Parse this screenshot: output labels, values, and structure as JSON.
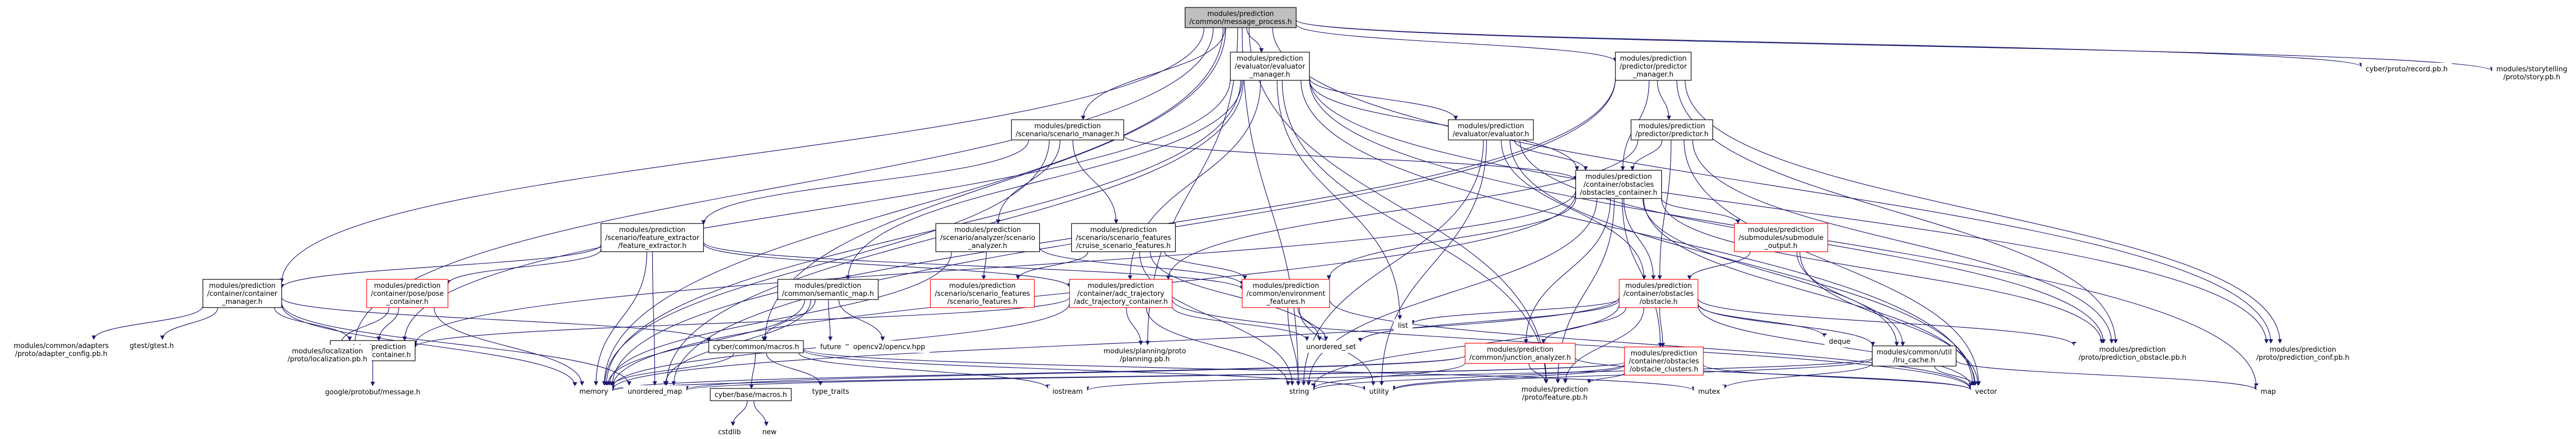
{
  "colors": {
    "edge": "#191970",
    "edge_dark": "#2a2a6e",
    "root_fill": "#bfbfbf",
    "root_stroke": "#000000",
    "file_stroke": "#000000",
    "missing_stroke": "#ff0000",
    "box_fill": "#ffffff"
  },
  "nodes": [
    {
      "id": "root",
      "lines": [
        "modules/prediction",
        "/common/message_process.h"
      ],
      "style": "root"
    },
    {
      "id": "evaluator_manager",
      "lines": [
        "modules/prediction",
        "/evaluator/evaluator",
        "_manager.h"
      ],
      "style": "file"
    },
    {
      "id": "predictor_manager",
      "lines": [
        "modules/prediction",
        "/predictor/predictor",
        "_manager.h"
      ],
      "style": "file"
    },
    {
      "id": "scenario_manager",
      "lines": [
        "modules/prediction",
        "/scenario/scenario_manager.h"
      ],
      "style": "file"
    },
    {
      "id": "evaluator",
      "lines": [
        "modules/prediction",
        "/evaluator/evaluator.h"
      ],
      "style": "file"
    },
    {
      "id": "predictor",
      "lines": [
        "modules/prediction",
        "/predictor/predictor.h"
      ],
      "style": "file"
    },
    {
      "id": "record_pb",
      "lines": [
        "cyber/proto/record.pb.h"
      ],
      "style": "plain"
    },
    {
      "id": "story_pb",
      "lines": [
        "modules/storytelling",
        "/proto/story.pb.h"
      ],
      "style": "plain"
    },
    {
      "id": "obstacles_container",
      "lines": [
        "modules/prediction",
        "/container/obstacles",
        "/obstacles_container.h"
      ],
      "style": "file"
    },
    {
      "id": "feature_extractor",
      "lines": [
        "modules/prediction",
        "/scenario/feature_extractor",
        "/feature_extractor.h"
      ],
      "style": "file"
    },
    {
      "id": "scenario_analyzer",
      "lines": [
        "modules/prediction",
        "/scenario/analyzer/scenario",
        "_analyzer.h"
      ],
      "style": "file"
    },
    {
      "id": "cruise_features",
      "lines": [
        "modules/prediction",
        "/scenario/scenario_features",
        "/cruise_scenario_features.h"
      ],
      "style": "file"
    },
    {
      "id": "submodule_output",
      "lines": [
        "modules/prediction",
        "/submodules/submodule",
        "_output.h"
      ],
      "style": "missing"
    },
    {
      "id": "container_manager",
      "lines": [
        "modules/prediction",
        "/container/container",
        "_manager.h"
      ],
      "style": "file"
    },
    {
      "id": "pose_container",
      "lines": [
        "modules/prediction",
        "/container/pose/pose",
        "_container.h"
      ],
      "style": "missing"
    },
    {
      "id": "semantic_map",
      "lines": [
        "modules/prediction",
        "/common/semantic_map.h"
      ],
      "style": "file"
    },
    {
      "id": "scenario_features",
      "lines": [
        "modules/prediction",
        "/scenario/scenario_features",
        "/scenario_features.h"
      ],
      "style": "missing"
    },
    {
      "id": "adc_trajectory",
      "lines": [
        "modules/prediction",
        "/container/adc_trajectory",
        "/adc_trajectory_container.h"
      ],
      "style": "missing"
    },
    {
      "id": "environment_features",
      "lines": [
        "modules/prediction",
        "/common/environment",
        "_features.h"
      ],
      "style": "missing"
    },
    {
      "id": "obstacle_h",
      "lines": [
        "modules/prediction",
        "/container/obstacles",
        "/obstacle.h"
      ],
      "style": "missing"
    },
    {
      "id": "adapter_config_pb",
      "lines": [
        "modules/common/adapters",
        "/proto/adapter_config.pb.h"
      ],
      "style": "plain"
    },
    {
      "id": "gtest",
      "lines": [
        "gtest/gtest.h"
      ],
      "style": "plain"
    },
    {
      "id": "container_h",
      "lines": [
        "modules/prediction",
        "/container/container.h"
      ],
      "style": "file"
    },
    {
      "id": "localization_pb",
      "lines": [
        "modules/localization",
        "/proto/localization.pb.h"
      ],
      "style": "plain"
    },
    {
      "id": "cyber_macros",
      "lines": [
        "cyber/common/macros.h"
      ],
      "style": "file"
    },
    {
      "id": "future",
      "lines": [
        "future"
      ],
      "style": "plain"
    },
    {
      "id": "opencv",
      "lines": [
        "opencv2/opencv.hpp"
      ],
      "style": "plain"
    },
    {
      "id": "planning_pb",
      "lines": [
        "modules/planning/proto",
        "/planning.pb.h"
      ],
      "style": "plain"
    },
    {
      "id": "unordered_set",
      "lines": [
        "unordered_set"
      ],
      "style": "plain"
    },
    {
      "id": "list",
      "lines": [
        "list"
      ],
      "style": "plain"
    },
    {
      "id": "deque",
      "lines": [
        "deque"
      ],
      "style": "plain"
    },
    {
      "id": "junction_analyzer",
      "lines": [
        "modules/prediction",
        "/common/junction_analyzer.h"
      ],
      "style": "missing"
    },
    {
      "id": "obstacle_clusters",
      "lines": [
        "modules/prediction",
        "/container/obstacles",
        "/obstacle_clusters.h"
      ],
      "style": "missing"
    },
    {
      "id": "lru_cache",
      "lines": [
        "modules/common/util",
        "/lru_cache.h"
      ],
      "style": "file"
    },
    {
      "id": "prediction_obstacle_pb",
      "lines": [
        "modules/prediction",
        "/proto/prediction_obstacle.pb.h"
      ],
      "style": "plain"
    },
    {
      "id": "prediction_conf_pb",
      "lines": [
        "modules/prediction",
        "/proto/prediction_conf.pb.h"
      ],
      "style": "plain"
    },
    {
      "id": "protobuf_message",
      "lines": [
        "google/protobuf/message.h"
      ],
      "style": "plain"
    },
    {
      "id": "memory",
      "lines": [
        "memory"
      ],
      "style": "plain"
    },
    {
      "id": "unordered_map",
      "lines": [
        "unordered_map"
      ],
      "style": "plain"
    },
    {
      "id": "base_macros",
      "lines": [
        "cyber/base/macros.h"
      ],
      "style": "file"
    },
    {
      "id": "type_traits",
      "lines": [
        "type_traits"
      ],
      "style": "plain"
    },
    {
      "id": "iostream",
      "lines": [
        "iostream"
      ],
      "style": "plain"
    },
    {
      "id": "string",
      "lines": [
        "string"
      ],
      "style": "plain"
    },
    {
      "id": "utility",
      "lines": [
        "utility"
      ],
      "style": "plain"
    },
    {
      "id": "feature_pb",
      "lines": [
        "modules/prediction",
        "/proto/feature.pb.h"
      ],
      "style": "plain"
    },
    {
      "id": "mutex",
      "lines": [
        "mutex"
      ],
      "style": "plain"
    },
    {
      "id": "vector",
      "lines": [
        "vector"
      ],
      "style": "plain"
    },
    {
      "id": "map",
      "lines": [
        "map"
      ],
      "style": "plain"
    },
    {
      "id": "cstdlib",
      "lines": [
        "cstdlib"
      ],
      "style": "plain"
    },
    {
      "id": "new",
      "lines": [
        "new"
      ],
      "style": "plain"
    }
  ],
  "edges": [
    [
      "root",
      "evaluator_manager"
    ],
    [
      "root",
      "predictor_manager"
    ],
    [
      "root",
      "scenario_manager"
    ],
    [
      "root",
      "record_pb"
    ],
    [
      "root",
      "story_pb"
    ],
    [
      "root",
      "container_manager"
    ],
    [
      "root",
      "memory"
    ],
    [
      "root",
      "string"
    ],
    [
      "root",
      "cyber_macros"
    ],
    [
      "root",
      "prediction_conf_pb"
    ],
    [
      "root",
      "localization_pb"
    ],
    [
      "root",
      "planning_pb"
    ],
    [
      "root",
      "feature_pb"
    ],
    [
      "evaluator_manager",
      "evaluator"
    ],
    [
      "evaluator_manager",
      "obstacles_container"
    ],
    [
      "evaluator_manager",
      "semantic_map"
    ],
    [
      "evaluator_manager",
      "adc_trajectory"
    ],
    [
      "evaluator_manager",
      "list"
    ],
    [
      "evaluator_manager",
      "map"
    ],
    [
      "evaluator_manager",
      "memory"
    ],
    [
      "evaluator_manager",
      "unordered_map"
    ],
    [
      "evaluator_manager",
      "vector"
    ],
    [
      "evaluator_manager",
      "prediction_conf_pb"
    ],
    [
      "evaluator_manager",
      "feature_pb"
    ],
    [
      "evaluator_manager",
      "container_h"
    ],
    [
      "predictor_manager",
      "predictor"
    ],
    [
      "predictor_manager",
      "obstacles_container"
    ],
    [
      "predictor_manager",
      "memory"
    ],
    [
      "predictor_manager",
      "prediction_conf_pb"
    ],
    [
      "predictor_manager",
      "prediction_obstacle_pb"
    ],
    [
      "predictor_manager",
      "unordered_map"
    ],
    [
      "scenario_manager",
      "feature_extractor"
    ],
    [
      "scenario_manager",
      "scenario_analyzer"
    ],
    [
      "scenario_manager",
      "cruise_features"
    ],
    [
      "scenario_manager",
      "obstacles_container"
    ],
    [
      "scenario_manager",
      "memory"
    ],
    [
      "evaluator",
      "obstacles_container"
    ],
    [
      "evaluator",
      "obstacle_h"
    ],
    [
      "evaluator",
      "string"
    ],
    [
      "evaluator",
      "utility"
    ],
    [
      "evaluator",
      "vector"
    ],
    [
      "evaluator",
      "prediction_obstacle_pb"
    ],
    [
      "predictor",
      "obstacles_container"
    ],
    [
      "predictor",
      "adc_trajectory"
    ],
    [
      "predictor",
      "obstacle_h"
    ],
    [
      "predictor",
      "vector"
    ],
    [
      "predictor",
      "prediction_obstacle_pb"
    ],
    [
      "obstacles_container",
      "obstacle_h"
    ],
    [
      "obstacles_container",
      "lru_cache"
    ],
    [
      "obstacles_container",
      "submodule_output"
    ],
    [
      "obstacles_container",
      "junction_analyzer"
    ],
    [
      "obstacles_container",
      "obstacle_clusters"
    ],
    [
      "obstacles_container",
      "environment_features"
    ],
    [
      "obstacles_container",
      "container_h"
    ],
    [
      "obstacles_container",
      "vector"
    ],
    [
      "obstacles_container",
      "string"
    ],
    [
      "obstacles_container",
      "prediction_obstacle_pb"
    ],
    [
      "obstacles_container",
      "feature_pb"
    ],
    [
      "obstacles_container",
      "memory"
    ],
    [
      "feature_extractor",
      "container_manager"
    ],
    [
      "feature_extractor",
      "pose_container"
    ],
    [
      "feature_extractor",
      "adc_trajectory"
    ],
    [
      "feature_extractor",
      "environment_features"
    ],
    [
      "feature_extractor",
      "memory"
    ],
    [
      "feature_extractor",
      "unordered_map"
    ],
    [
      "scenario_analyzer",
      "scenario_features"
    ],
    [
      "scenario_analyzer",
      "environment_features"
    ],
    [
      "scenario_analyzer",
      "memory"
    ],
    [
      "cruise_features",
      "scenario_features"
    ],
    [
      "cruise_features",
      "environment_features"
    ],
    [
      "cruise_features",
      "unordered_set"
    ],
    [
      "cruise_features",
      "string"
    ],
    [
      "submodule_output",
      "obstacle_h"
    ],
    [
      "submodule_output",
      "lru_cache"
    ],
    [
      "submodule_output",
      "vector"
    ],
    [
      "container_manager",
      "container_h"
    ],
    [
      "container_manager",
      "cyber_macros"
    ],
    [
      "container_manager",
      "adapter_config_pb"
    ],
    [
      "container_manager",
      "gtest"
    ],
    [
      "container_manager",
      "memory"
    ],
    [
      "container_manager",
      "unordered_map"
    ],
    [
      "pose_container",
      "container_h"
    ],
    [
      "pose_container",
      "localization_pb"
    ],
    [
      "pose_container",
      "memory"
    ],
    [
      "semantic_map",
      "cyber_macros"
    ],
    [
      "semantic_map",
      "future"
    ],
    [
      "semantic_map",
      "opencv"
    ],
    [
      "semantic_map",
      "memory"
    ],
    [
      "semantic_map",
      "unordered_map"
    ],
    [
      "adc_trajectory",
      "container_h"
    ],
    [
      "adc_trajectory",
      "planning_pb"
    ],
    [
      "adc_trajectory",
      "unordered_set"
    ],
    [
      "adc_trajectory",
      "string"
    ],
    [
      "adc_trajectory",
      "vector"
    ],
    [
      "adc_trajectory",
      "memory"
    ],
    [
      "environment_features",
      "unordered_set"
    ],
    [
      "environment_features",
      "string"
    ],
    [
      "environment_features",
      "utility"
    ],
    [
      "environment_features",
      "vector"
    ],
    [
      "obstacle_h",
      "junction_analyzer"
    ],
    [
      "obstacle_h",
      "obstacle_clusters"
    ],
    [
      "obstacle_h",
      "lru_cache"
    ],
    [
      "obstacle_h",
      "list"
    ],
    [
      "obstacle_h",
      "deque"
    ],
    [
      "obstacle_h",
      "unordered_set"
    ],
    [
      "obstacle_h",
      "memory"
    ],
    [
      "obstacle_h",
      "string"
    ],
    [
      "obstacle_h",
      "vector"
    ],
    [
      "obstacle_h",
      "feature_pb"
    ],
    [
      "obstacle_h",
      "prediction_obstacle_pb"
    ],
    [
      "junction_analyzer",
      "memory"
    ],
    [
      "junction_analyzer",
      "string"
    ],
    [
      "junction_analyzer",
      "unordered_map"
    ],
    [
      "junction_analyzer",
      "feature_pb"
    ],
    [
      "junction_analyzer",
      "vector"
    ],
    [
      "obstacle_clusters",
      "string"
    ],
    [
      "obstacle_clusters",
      "memory"
    ],
    [
      "obstacle_clusters",
      "utility"
    ],
    [
      "obstacle_clusters",
      "feature_pb"
    ],
    [
      "obstacle_clusters",
      "vector"
    ],
    [
      "obstacle_clusters",
      "unordered_map"
    ],
    [
      "lru_cache",
      "map"
    ],
    [
      "lru_cache",
      "mutex"
    ],
    [
      "lru_cache",
      "utility"
    ],
    [
      "lru_cache",
      "vector"
    ],
    [
      "lru_cache",
      "iostream"
    ],
    [
      "container_h",
      "protobuf_message"
    ],
    [
      "cyber_macros",
      "base_macros"
    ],
    [
      "cyber_macros",
      "iostream"
    ],
    [
      "cyber_macros",
      "memory"
    ],
    [
      "cyber_macros",
      "mutex"
    ],
    [
      "cyber_macros",
      "type_traits"
    ],
    [
      "cyber_macros",
      "utility"
    ],
    [
      "base_macros",
      "cstdlib"
    ],
    [
      "base_macros",
      "new"
    ]
  ]
}
